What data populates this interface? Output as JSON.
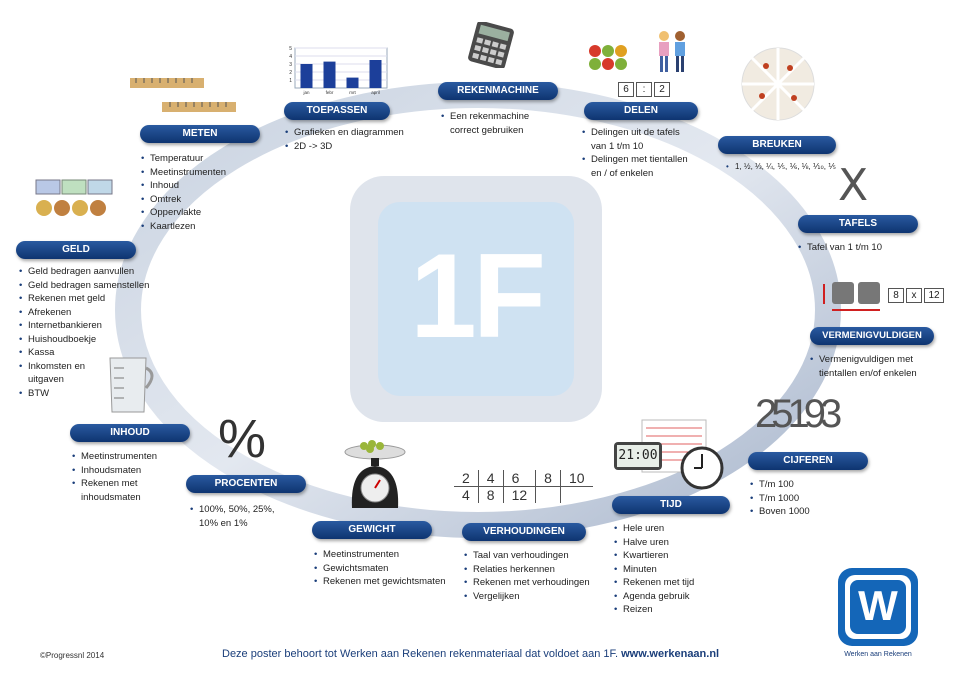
{
  "center_badge": {
    "text": "1F"
  },
  "chart_labels": {
    "y_ticks": [
      "5",
      "4",
      "3",
      "2",
      "1"
    ],
    "x_ticks": [
      "jan",
      "febr",
      "mrt",
      "april"
    ],
    "values": [
      3,
      3.3,
      1.3,
      3.5
    ]
  },
  "topics": [
    {
      "id": "toepassen",
      "title": "TOEPASSEN",
      "items": [
        "Grafieken en diagrammen",
        "2D -> 3D"
      ]
    },
    {
      "id": "rekenmachine",
      "title": "REKENMACHINE",
      "items": [
        "Een rekenmachine correct gebruiken"
      ]
    },
    {
      "id": "delen",
      "title": "DELEN",
      "items": [
        "Delingen uit de tafels van 1 t/m 10",
        "Delingen met tientallen en / of enkelen"
      ]
    },
    {
      "id": "breuken",
      "title": "BREUKEN",
      "items": [
        "1, ½, ⅓, ¼, ⅕, ⅙, ⅛, ⅒, ⅕"
      ]
    },
    {
      "id": "tafels",
      "title": "TAFELS",
      "items": [
        "Tafel van 1 t/m 10"
      ]
    },
    {
      "id": "vermenigvuldigen",
      "title": "VERMENIGVULDIGEN",
      "items": [
        "Vermenigvuldigen met tientallen en/of enkelen"
      ]
    },
    {
      "id": "cijferen",
      "title": "CIJFEREN",
      "items": [
        "T/m 100",
        "T/m 1000",
        "Boven 1000"
      ]
    },
    {
      "id": "tijd",
      "title": "TIJD",
      "items": [
        "Hele uren",
        "Halve uren",
        "Kwartieren",
        "Minuten",
        "Rekenen met tijd",
        "Agenda gebruik",
        "Reizen"
      ]
    },
    {
      "id": "verhoudingen",
      "title": "VERHOUDINGEN",
      "items": [
        "Taal van verhoudingen",
        "Relaties herkennen",
        "Rekenen met verhoudingen",
        "Vergelijken"
      ]
    },
    {
      "id": "gewicht",
      "title": "GEWICHT",
      "items": [
        "Meetinstrumenten",
        "Gewichtsmaten",
        "Rekenen met gewichtsmaten"
      ]
    },
    {
      "id": "procenten",
      "title": "PROCENTEN",
      "items": [
        "100%, 50%, 25%, 10% en 1%"
      ]
    },
    {
      "id": "inhoud",
      "title": "INHOUD",
      "items": [
        "Meetinstrumenten",
        "Inhoudsmaten",
        "Rekenen met inhoudsmaten"
      ]
    },
    {
      "id": "geld",
      "title": "GELD",
      "items": [
        "Geld bedragen aanvullen",
        "Geld bedragen samenstellen",
        "Rekenen met geld",
        "Afrekenen",
        "Internetbankieren",
        "Huishoudboekje",
        "Kassa",
        "Inkomsten en uitgaven",
        "BTW"
      ]
    },
    {
      "id": "meten",
      "title": "METEN",
      "items": [
        "Temperatuur",
        "Meetinstrumenten",
        "Inhoud",
        "Omtrek",
        "Oppervlakte",
        "Kaartlezen"
      ]
    }
  ],
  "decor": {
    "delen_sum": [
      "6",
      ":",
      "2"
    ],
    "verm_sum": [
      "8",
      "x",
      "12"
    ],
    "tafels_symbol": "X",
    "percent_symbol": "%",
    "clock_digital": "21:00",
    "cijferen_digits": "25193",
    "ratio_row1": [
      "2",
      "4",
      "6",
      "8",
      "10"
    ],
    "ratio_row2": [
      "4",
      "8",
      "12"
    ]
  },
  "footer": {
    "copyright": "©Progressnl 2014",
    "text": "Deze poster behoort tot Werken aan Rekenen rekenmateriaal dat voldoet aan 1F. ",
    "url": "www.werkenaan.nl",
    "logo_letter": "W",
    "logo_caption": "Werken aan Rekenen"
  }
}
